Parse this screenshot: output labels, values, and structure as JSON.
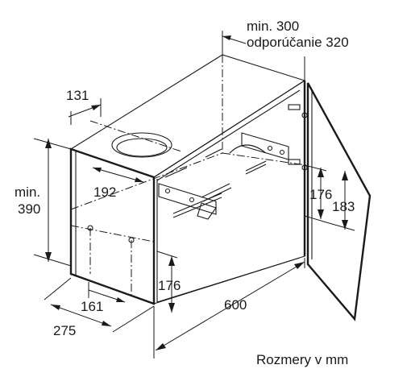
{
  "dimensions": {
    "top_min": "min. 300",
    "top_recommended": "odporúčanie 320",
    "depth_top": "131",
    "height_left_1": "min.",
    "height_left_2": "390",
    "hole_width": "192",
    "bracket_176_right": "176",
    "bracket_183_right": "183",
    "bracket_176_bottom": "176",
    "depth_161": "161",
    "depth_275": "275",
    "width_600": "600"
  },
  "caption": "Rozmery v mm"
}
